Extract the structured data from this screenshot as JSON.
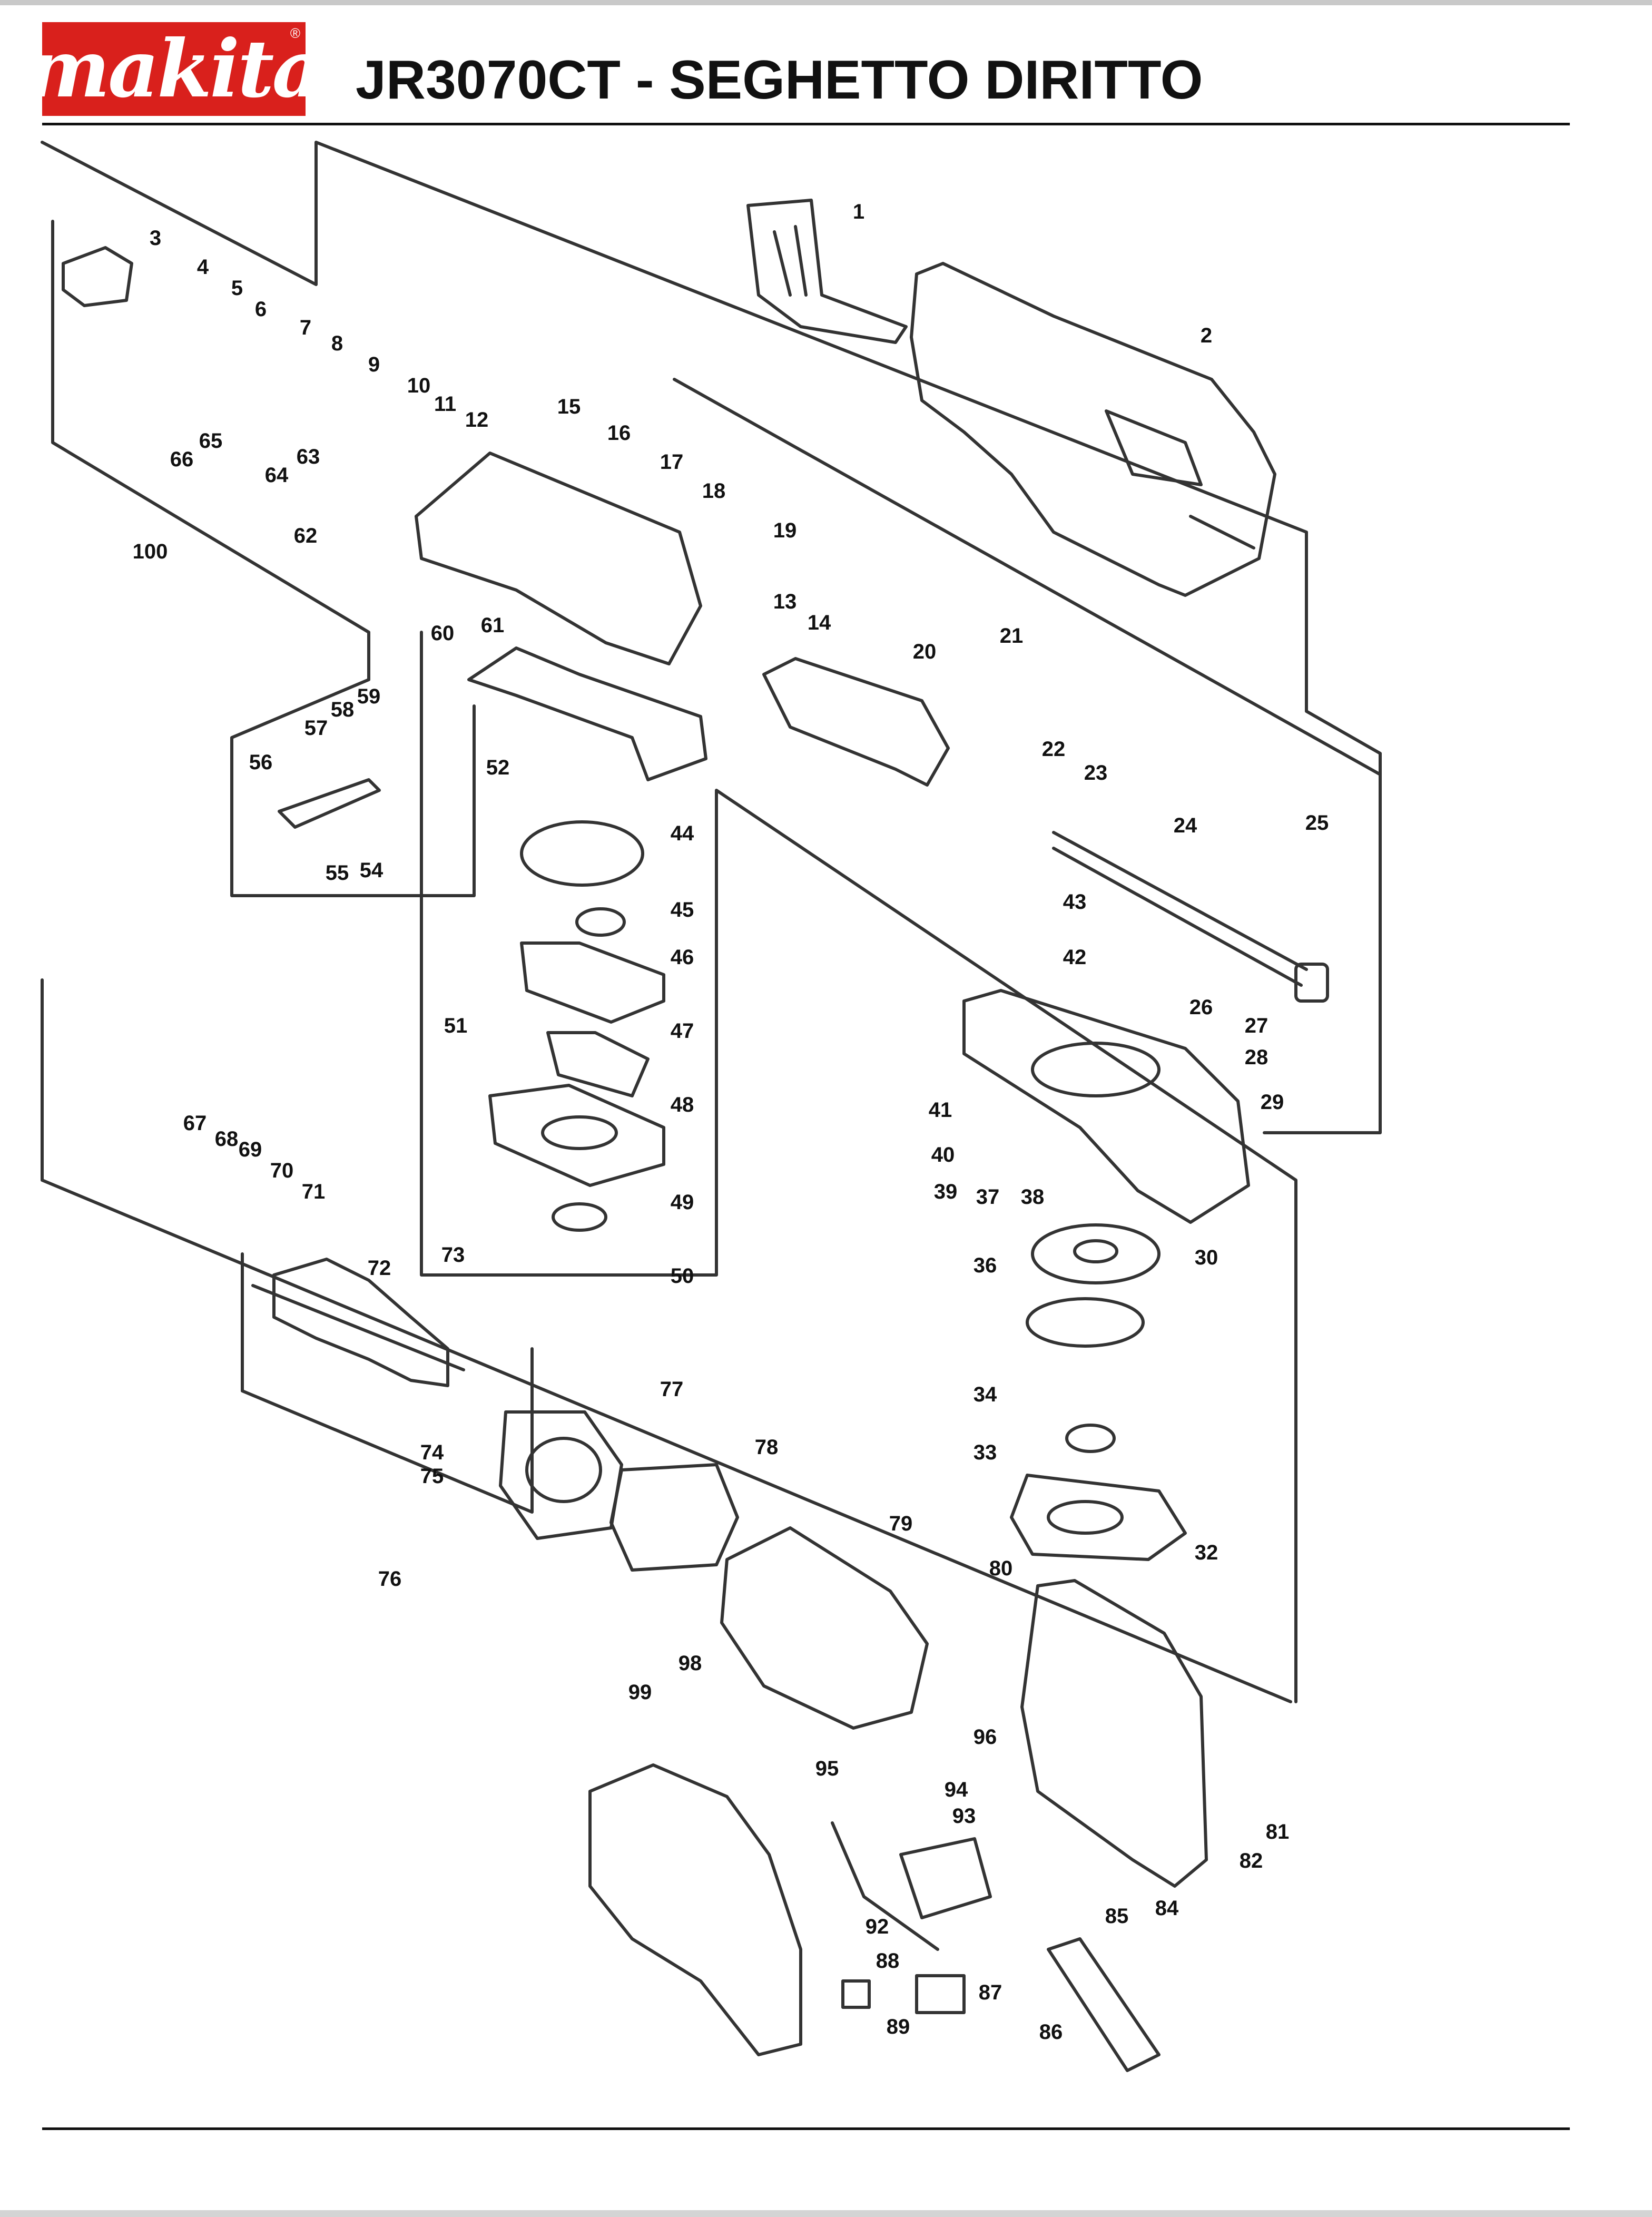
{
  "header": {
    "brand": "makita",
    "title": "JR3070CT - SEGHETTO DIRITTO"
  },
  "colors": {
    "brand_red": "#d9201c",
    "ink": "#111111",
    "line_art": "#333333"
  },
  "parts": [
    {
      "id": "p1",
      "label": "1"
    },
    {
      "id": "p2",
      "label": "2"
    },
    {
      "id": "p3",
      "label": "3"
    },
    {
      "id": "p4",
      "label": "4"
    },
    {
      "id": "p5",
      "label": "5"
    },
    {
      "id": "p6",
      "label": "6"
    },
    {
      "id": "p7",
      "label": "7"
    },
    {
      "id": "p8",
      "label": "8"
    },
    {
      "id": "p9",
      "label": "9"
    },
    {
      "id": "p10",
      "label": "10"
    },
    {
      "id": "p11",
      "label": "11"
    },
    {
      "id": "p12",
      "label": "12"
    },
    {
      "id": "p13",
      "label": "13"
    },
    {
      "id": "p14",
      "label": "14"
    },
    {
      "id": "p15",
      "label": "15"
    },
    {
      "id": "p16",
      "label": "16"
    },
    {
      "id": "p17",
      "label": "17"
    },
    {
      "id": "p18",
      "label": "18"
    },
    {
      "id": "p19",
      "label": "19"
    },
    {
      "id": "p20",
      "label": "20"
    },
    {
      "id": "p21",
      "label": "21"
    },
    {
      "id": "p22",
      "label": "22"
    },
    {
      "id": "p23",
      "label": "23"
    },
    {
      "id": "p24",
      "label": "24"
    },
    {
      "id": "p25",
      "label": "25"
    },
    {
      "id": "p26",
      "label": "26"
    },
    {
      "id": "p27",
      "label": "27"
    },
    {
      "id": "p28",
      "label": "28"
    },
    {
      "id": "p29",
      "label": "29"
    },
    {
      "id": "p30",
      "label": "30"
    },
    {
      "id": "p32",
      "label": "32"
    },
    {
      "id": "p33",
      "label": "33"
    },
    {
      "id": "p34",
      "label": "34"
    },
    {
      "id": "p36",
      "label": "36"
    },
    {
      "id": "p37",
      "label": "37"
    },
    {
      "id": "p38",
      "label": "38"
    },
    {
      "id": "p39",
      "label": "39"
    },
    {
      "id": "p40",
      "label": "40"
    },
    {
      "id": "p41",
      "label": "41"
    },
    {
      "id": "p42",
      "label": "42"
    },
    {
      "id": "p43",
      "label": "43"
    },
    {
      "id": "p44",
      "label": "44"
    },
    {
      "id": "p45",
      "label": "45"
    },
    {
      "id": "p46",
      "label": "46"
    },
    {
      "id": "p47",
      "label": "47"
    },
    {
      "id": "p48",
      "label": "48"
    },
    {
      "id": "p49",
      "label": "49"
    },
    {
      "id": "p50",
      "label": "50"
    },
    {
      "id": "p51",
      "label": "51"
    },
    {
      "id": "p52",
      "label": "52"
    },
    {
      "id": "p54",
      "label": "54"
    },
    {
      "id": "p55",
      "label": "55"
    },
    {
      "id": "p56",
      "label": "56"
    },
    {
      "id": "p57",
      "label": "57"
    },
    {
      "id": "p58",
      "label": "58"
    },
    {
      "id": "p59",
      "label": "59"
    },
    {
      "id": "p60",
      "label": "60"
    },
    {
      "id": "p61",
      "label": "61"
    },
    {
      "id": "p62",
      "label": "62"
    },
    {
      "id": "p63",
      "label": "63"
    },
    {
      "id": "p64",
      "label": "64"
    },
    {
      "id": "p65",
      "label": "65"
    },
    {
      "id": "p66",
      "label": "66"
    },
    {
      "id": "p67",
      "label": "67"
    },
    {
      "id": "p68",
      "label": "68"
    },
    {
      "id": "p69",
      "label": "69"
    },
    {
      "id": "p70",
      "label": "70"
    },
    {
      "id": "p71",
      "label": "71"
    },
    {
      "id": "p72",
      "label": "72"
    },
    {
      "id": "p73",
      "label": "73"
    },
    {
      "id": "p74",
      "label": "74"
    },
    {
      "id": "p75",
      "label": "75"
    },
    {
      "id": "p76",
      "label": "76"
    },
    {
      "id": "p77",
      "label": "77"
    },
    {
      "id": "p78",
      "label": "78"
    },
    {
      "id": "p79",
      "label": "79"
    },
    {
      "id": "p80",
      "label": "80"
    },
    {
      "id": "p81",
      "label": "81"
    },
    {
      "id": "p82",
      "label": "82"
    },
    {
      "id": "p84",
      "label": "84"
    },
    {
      "id": "p85",
      "label": "85"
    },
    {
      "id": "p86",
      "label": "86"
    },
    {
      "id": "p87",
      "label": "87"
    },
    {
      "id": "p88",
      "label": "88"
    },
    {
      "id": "p89",
      "label": "89"
    },
    {
      "id": "p92",
      "label": "92"
    },
    {
      "id": "p93",
      "label": "93"
    },
    {
      "id": "p94",
      "label": "94"
    },
    {
      "id": "p95",
      "label": "95"
    },
    {
      "id": "p96",
      "label": "96"
    },
    {
      "id": "p98",
      "label": "98"
    },
    {
      "id": "p99",
      "label": "99"
    },
    {
      "id": "p100",
      "label": "100"
    }
  ]
}
